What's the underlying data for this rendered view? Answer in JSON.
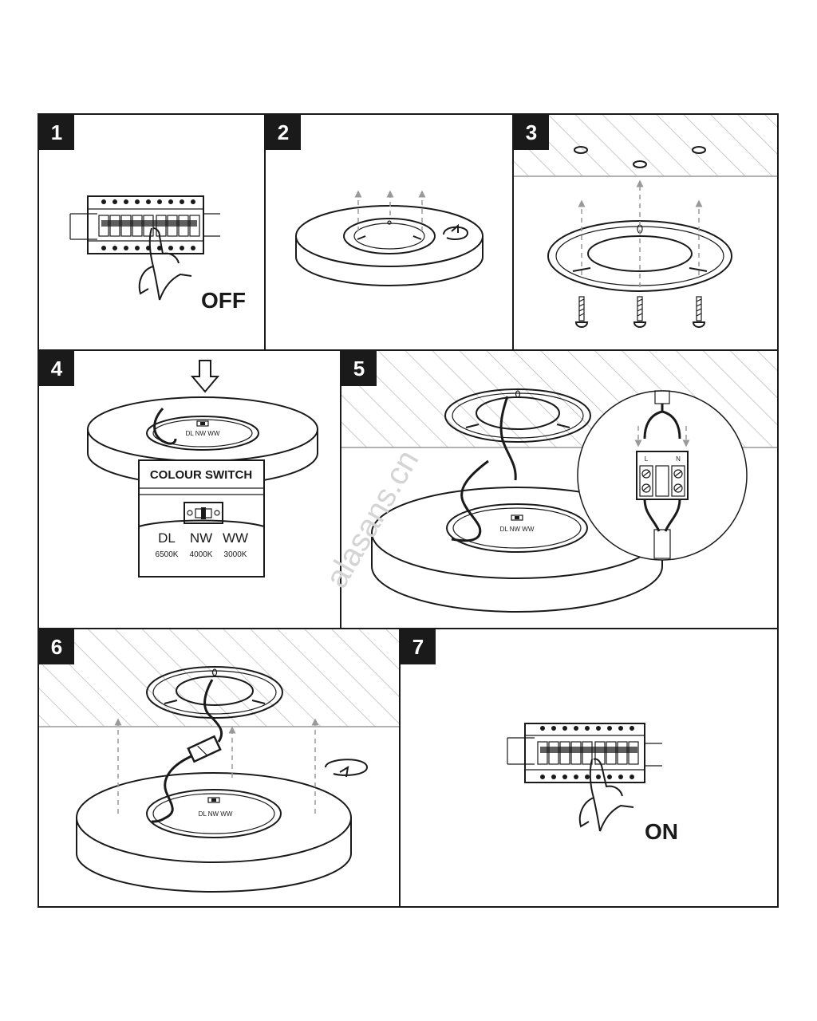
{
  "steps": [
    {
      "number": "1",
      "label": "OFF"
    },
    {
      "number": "2"
    },
    {
      "number": "3"
    },
    {
      "number": "4"
    },
    {
      "number": "5"
    },
    {
      "number": "6"
    },
    {
      "number": "7",
      "label": "ON"
    }
  ],
  "colour_switch": {
    "title": "COLOUR SWITCH",
    "modes": [
      {
        "code": "DL",
        "temp": "6500K"
      },
      {
        "code": "NW",
        "temp": "4000K"
      },
      {
        "code": "WW",
        "temp": "3000K"
      }
    ]
  },
  "switch_label": "DL NW WW",
  "terminal": {
    "live": "L",
    "neutral": "N"
  },
  "watermark": "alasans.cn",
  "colors": {
    "ink": "#1a1a1a",
    "guide": "#999999",
    "hatch": "#b0b0b0"
  }
}
